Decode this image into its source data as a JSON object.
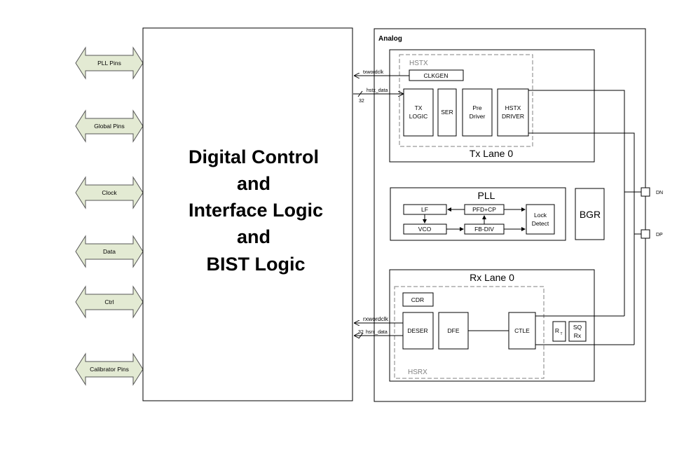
{
  "pins": [
    "PLL Pins",
    "Global Pins",
    "Clock",
    "Data",
    "Ctrl",
    "Calibrator Pins"
  ],
  "digital": {
    "lines": [
      "Digital Control",
      "and",
      "Interface Logic",
      "and",
      "BIST Logic"
    ]
  },
  "analog": {
    "label": "Analog",
    "tx": {
      "lane_label": "Tx Lane 0",
      "hstx_label": "HSTX",
      "clkgen": "CLKGEN",
      "tx_logic": [
        "TX",
        "LOGIC"
      ],
      "ser": "SER",
      "pre_driver": [
        "Pre",
        "Driver"
      ],
      "hstx_driver": [
        "HSTX",
        "DRIVER"
      ]
    },
    "pll": {
      "label": "PLL",
      "lf": "LF",
      "vco": "VCO",
      "pfd_cp": "PFD+CP",
      "fb_div": "FB-DIV",
      "lock_detect": [
        "Lock",
        "Detect"
      ]
    },
    "bgr": "BGR",
    "rx": {
      "lane_label": "Rx Lane 0",
      "hsrx_label": "HSRX",
      "cdr": "CDR",
      "deser": "DESER",
      "dfe": "DFE",
      "ctle": "CTLE",
      "rt": [
        "R",
        "T"
      ],
      "sq_rx": [
        "SQ",
        "Rx"
      ]
    }
  },
  "signals": {
    "txwordclk": "txwordclk",
    "hstx_data": "hstx_data",
    "tx_width": "32",
    "rxwordclk": "rxwordclk",
    "hsrx_data": "hsrx_data",
    "rx_width": "32"
  },
  "outputs": {
    "dn": "DN",
    "dp": "DP"
  }
}
